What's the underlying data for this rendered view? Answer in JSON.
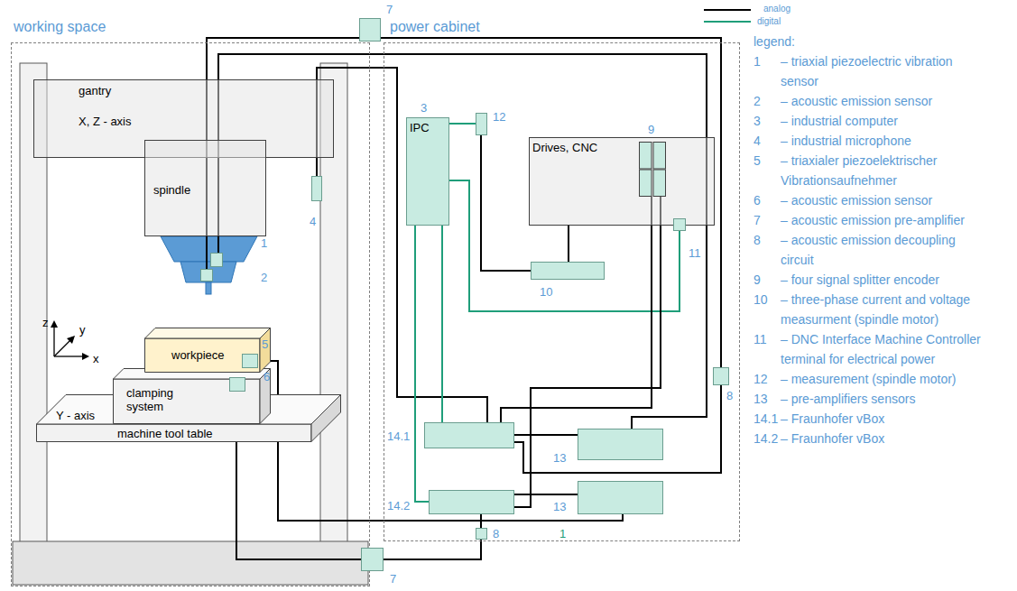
{
  "diagram": {
    "nodes": [
      {
        "text": [
          "working space"
        ]
      },
      {
        "text": [
          "gantry",
          "X, Z - axis"
        ],
        "in": 0
      },
      {
        "text": [
          "spindle"
        ],
        "in": 0
      },
      {
        "text": [
          "1"
        ],
        "in": 0
      },
      {
        "text": [
          "2"
        ],
        "in": 0
      },
      {
        "text": [
          "4"
        ],
        "in": 0
      },
      {
        "text": [
          "workpiece"
        ],
        "in": 0
      },
      {
        "text": [
          "clamping system"
        ],
        "in": 0
      },
      {
        "text": [
          "Y - axis",
          "machine tool table"
        ],
        "in": 0
      },
      {
        "text": [
          "5"
        ],
        "in": 0
      },
      {
        "text": [
          "6"
        ],
        "in": 0
      },
      {
        "text": [
          "power cabinet"
        ]
      },
      {
        "text": [
          "3",
          "IPC"
        ],
        "in": 11
      },
      {
        "text": [
          "12"
        ],
        "in": 11
      },
      {
        "text": [
          "Drives, CNC"
        ],
        "in": 11
      },
      {
        "text": [
          "9"
        ],
        "in": 14
      },
      {
        "text": [
          "11"
        ],
        "in": 14
      },
      {
        "text": [
          "10"
        ],
        "in": 11
      },
      {
        "text": [
          "14.1"
        ],
        "in": 11
      },
      {
        "text": [
          "14.2"
        ],
        "in": 11
      },
      {
        "text": [
          "13"
        ],
        "in": 11
      },
      {
        "text": [
          "13"
        ],
        "in": 11
      },
      {
        "text": [
          "8"
        ],
        "in": 11
      },
      {
        "text": [
          "8"
        ],
        "in": 11
      },
      {
        "text": [
          "7"
        ]
      },
      {
        "text": [
          "7"
        ]
      }
    ],
    "edges": [
      {
        "from": 4,
        "to": 24,
        "arrow": "none"
      },
      {
        "from": 24,
        "to": 22,
        "arrow": "none"
      },
      {
        "from": 22,
        "to": 18,
        "arrow": "none"
      },
      {
        "from": 3,
        "to": 20,
        "arrow": "none"
      },
      {
        "from": 5,
        "to": 18,
        "arrow": "none"
      },
      {
        "from": 9,
        "to": 21,
        "arrow": "none"
      },
      {
        "from": 10,
        "to": 25,
        "arrow": "none"
      },
      {
        "from": 25,
        "to": 23,
        "arrow": "none"
      },
      {
        "from": 23,
        "to": 19,
        "arrow": "none"
      },
      {
        "from": 12,
        "to": 13,
        "arrow": "none"
      },
      {
        "from": 13,
        "to": 17,
        "arrow": "none"
      },
      {
        "from": 14,
        "to": 17,
        "arrow": "none"
      },
      {
        "from": 12,
        "to": 16,
        "arrow": "none"
      },
      {
        "from": 12,
        "to": 18,
        "arrow": "none"
      },
      {
        "from": 12,
        "to": 19,
        "arrow": "none"
      },
      {
        "from": 15,
        "to": 18,
        "arrow": "none"
      },
      {
        "from": 15,
        "to": 19,
        "arrow": "none"
      },
      {
        "from": 20,
        "to": 18,
        "arrow": "none"
      },
      {
        "from": 21,
        "to": 19,
        "arrow": "none"
      }
    ],
    "labels": [
      "z",
      "y",
      "x",
      "legend:",
      "1",
      "– triaxial piezoelectric vibration sensor",
      "2",
      "– acoustic emission sensor",
      "3",
      "– industrial computer",
      "4",
      "– industrial microphone",
      "5",
      "– triaxialer piezoelektrischer Vibrationsaufnehmer",
      "6",
      "– acoustic emission sensor",
      "7",
      "– acoustic emission pre-amplifier",
      "8",
      "– acoustic emission decoupling circuit",
      "9",
      "– four signal splitter encoder",
      "10",
      "– three-phase current and voltage measurment (spindle motor)",
      "11",
      "– DNC Interface Machine Controller terminal for electrical power",
      "12",
      "– measurement (spindle motor)",
      "13",
      "– pre-amplifiers sensors",
      "14.1",
      "– Fraunhofer vBox",
      "14.2",
      "– Fraunhofer vBox",
      "1"
    ],
    "legend": [
      {
        "text": "analog"
      },
      {
        "text": "digital"
      }
    ]
  }
}
